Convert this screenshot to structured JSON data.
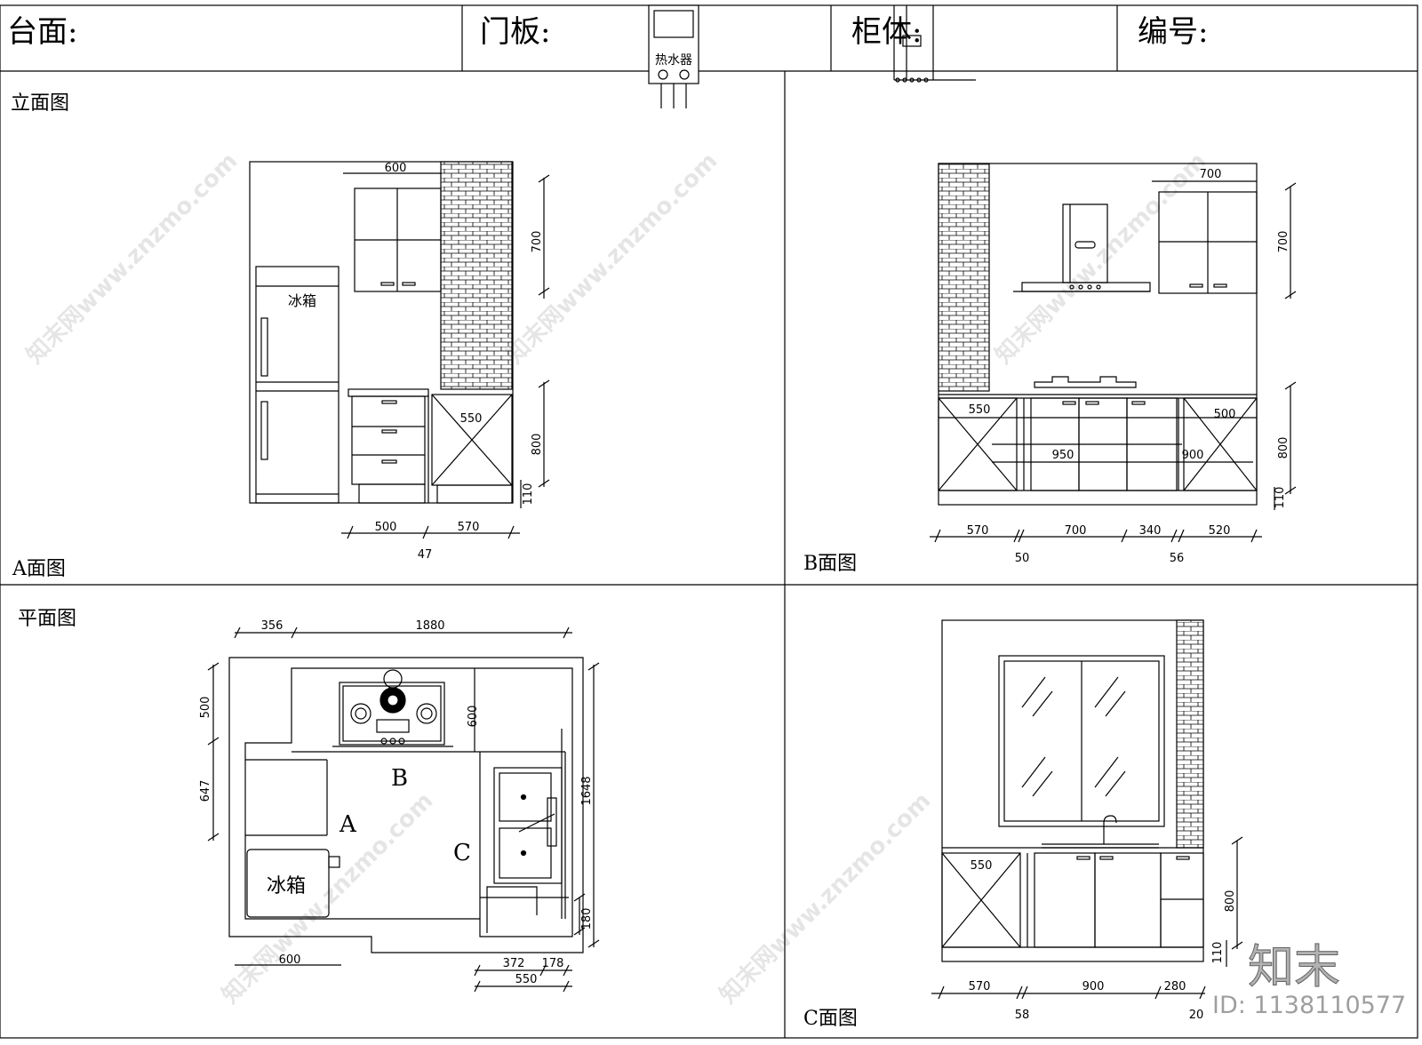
{
  "header": {
    "countertop_label": "台面:",
    "door_panel_label": "门板:",
    "cabinet_label": "柜体:",
    "number_label": "编号:"
  },
  "sections": {
    "elevation_title": "立面图",
    "plan_title": "平面图",
    "view_a": "A面图",
    "view_b": "B面图",
    "view_c": "C面图"
  },
  "appliances": {
    "water_heater": "热水器",
    "fridge_elev": "冰箱",
    "fridge_plan": "冰箱"
  },
  "plan_markers": {
    "a": "A",
    "b": "B",
    "c": "C"
  },
  "dims_a": {
    "wall_top": "600",
    "wall_h": "700",
    "drawer_w": "550",
    "base_h": "800",
    "kick_h": "110",
    "bot1": "500",
    "bot2": "570",
    "below": "47"
  },
  "dims_b": {
    "wall_top": "700",
    "wall_h": "700",
    "d550": "550",
    "d500": "500",
    "d950": "950",
    "d900": "900",
    "base_h": "800",
    "kick_h": "110",
    "b570": "570",
    "b700": "700",
    "b340": "340",
    "b520": "520",
    "below1": "50",
    "below2": "56"
  },
  "dims_plan": {
    "t356": "356",
    "t1880": "1880",
    "l500": "500",
    "l647": "647",
    "r1648": "1648",
    "r180": "180",
    "c600": "600",
    "b600": "600",
    "b372": "372",
    "b178": "178",
    "b550": "550"
  },
  "dims_c": {
    "d550": "550",
    "base_h": "800",
    "kick_h": "110",
    "b570": "570",
    "b900": "900",
    "b280": "280",
    "below1": "58",
    "below2": "20"
  },
  "watermark": {
    "site": "知末网www.znzmo.com",
    "brand": "知末",
    "id": "ID: 1138110577"
  }
}
